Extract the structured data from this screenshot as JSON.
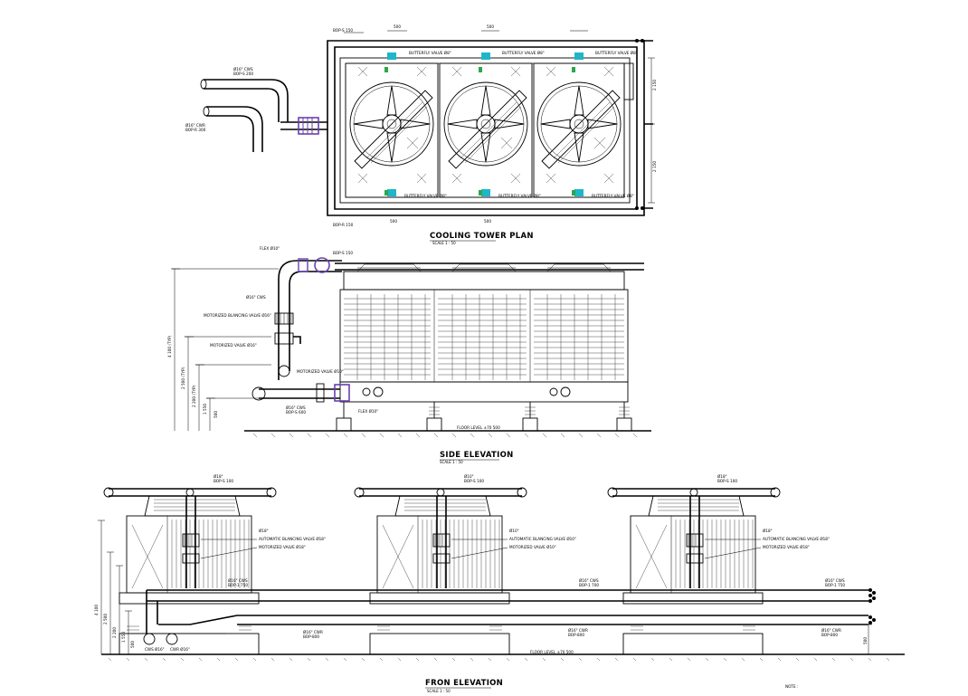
{
  "views": {
    "plan": {
      "title": "COOLING TOWER PLAN",
      "scale": "SCALE        1 : 50",
      "labels": {
        "pipe_top": "Ø16\" CWS",
        "pipe_top_sub": "BOP-S 200",
        "pipe_bottom": "Ø16\" CWR",
        "pipe_bottom_sub": "BOP-R 300",
        "header_top_left": "BOP-S 150",
        "header_bottom_left": "BOP-R 150",
        "dim_500": "500",
        "dim_2150": "2 150",
        "butterfly_top": "BUTTERFLY VALVE Ø8\"",
        "butterfly_bottom": "BUTTERFLY VALVE Ø8\""
      }
    },
    "side": {
      "title": "SIDE ELEVATION",
      "scale": "SCALE        1 : 50",
      "labels": {
        "flex": "FLEX Ø10\"",
        "bop_top": "BOP-S 150",
        "pipe_size": "Ø16\" CWS",
        "motorized_balancing": "MOTORIZED BLANCING VALVE Ø16\"",
        "motorized": "MOTORIZED VALVE Ø16\"",
        "motorized_right": "MOTORIZED VALVE Ø10\"",
        "cws_bottom": "Ø16\" CWS",
        "cws_bottom_sub": "BOP-S 600",
        "flex_bottom": "FLEX Ø10\"",
        "floor": "FLOOR LEVEL ±70 500",
        "dim_4100": "4 100 (TYP)",
        "dim_2500": "2 500 (TYP)",
        "dim_2200": "2 200 (TYP)",
        "dim_1550": "1 550",
        "dim_500": "500"
      }
    },
    "front": {
      "title": "FRON ELEVATION",
      "scale": "SCALE        1 : 50",
      "floor": "FLOOR LEVEL ±70 500",
      "units": [
        {
          "top": "Ø18\"",
          "top_sub": "BOP-S 100",
          "auto": "AUTOMATIC BLANCING VALVE Ø18\"",
          "mot": "MOTORIZED VALVE Ø18\"",
          "side": "Ø18\""
        },
        {
          "top": "Ø10\"",
          "top_sub": "BOP-S 100",
          "auto": "AUTOMATIC BLANCING VALVE Ø10\"",
          "mot": "MOTORIZED VALVE Ø10\"",
          "side": "Ø10\""
        },
        {
          "top": "Ø18\"",
          "top_sub": "BOP-S 100",
          "auto": "AUTOMATIC BLANCING VALVE Ø18\"",
          "mot": "MOTORIZED VALVE Ø18\"",
          "side": "Ø18\""
        }
      ],
      "headers": {
        "h1": "Ø16\" CWS",
        "h1_sub": "BOP-1 750",
        "h2": "Ø16\" CWS",
        "h2_sub": "BOP-1 700",
        "h3": "Ø16\" CWS",
        "h3_sub": "BOP-1 750",
        "r1": "Ø16\" CWR",
        "r1_sub": "BOP-800",
        "r2": "Ø16\" CWR",
        "r2_sub": "BOP-800",
        "r3": "Ø16\" CWR",
        "r3_sub": "BOP-800",
        "cws_left": "CWS Ø16\"",
        "cwr_left": "CWR Ø16\""
      },
      "dims": {
        "d4100": "4 100",
        "d2500": "2 500",
        "d2200": "2 200",
        "d1550": "1 550",
        "d500": "500"
      }
    }
  },
  "note": "NOTE :",
  "colors": {
    "valve": "#6a3fb0",
    "accent": "#1fb6c8",
    "green": "#2aa84a",
    "line": "#000000"
  }
}
